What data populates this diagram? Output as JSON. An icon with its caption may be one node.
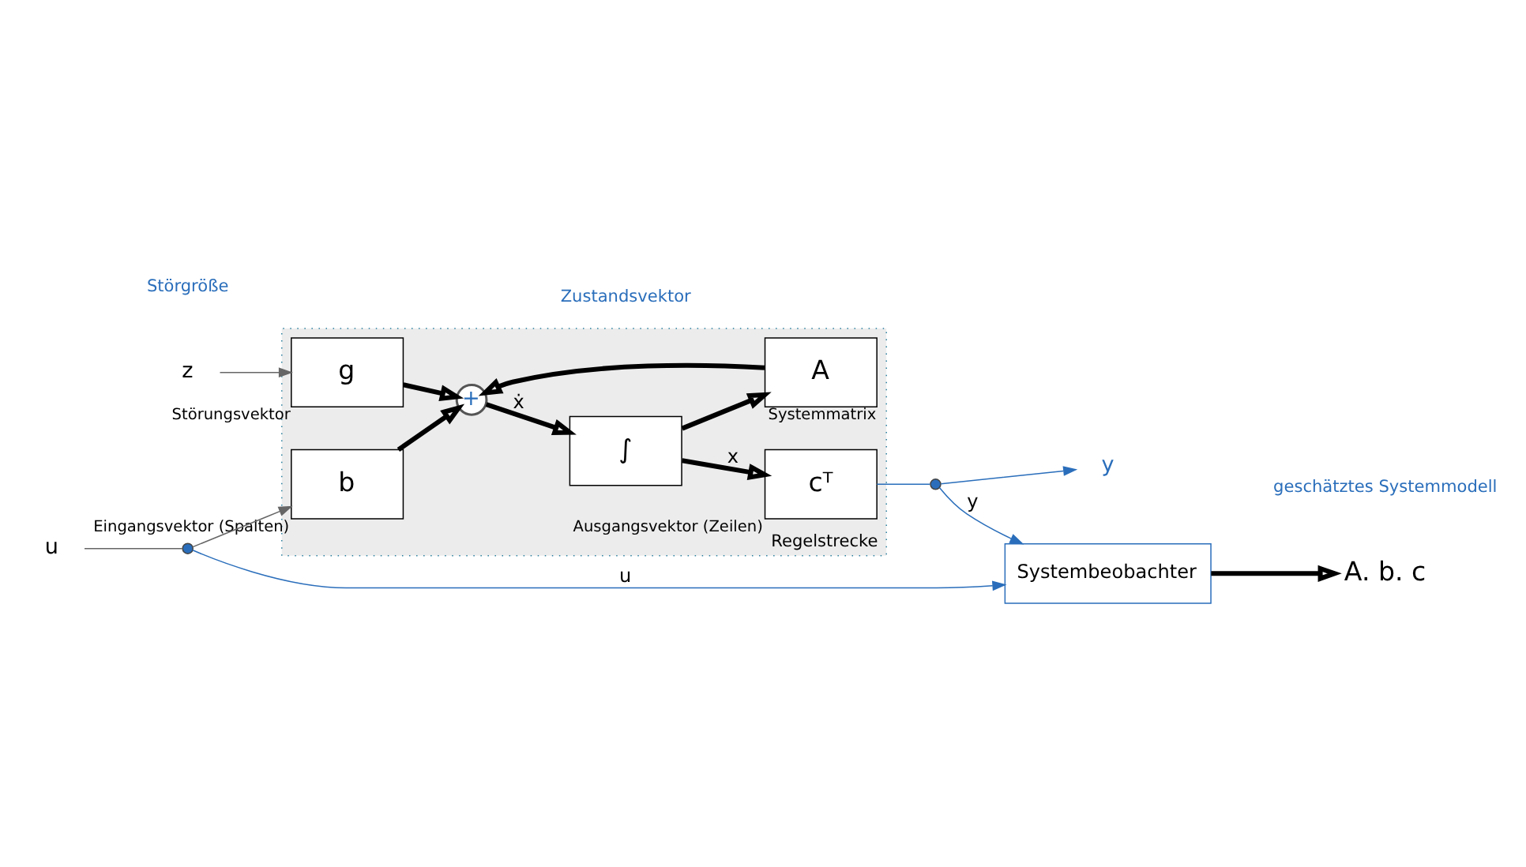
{
  "diagram": {
    "nodes": [
      {
        "text": [
          "Regelstrecke"
        ]
      },
      {
        "text": [
          "g"
        ],
        "in": 0,
        "beside": [
          "Störungsvektor"
        ]
      },
      {
        "text": [
          "b"
        ],
        "in": 0,
        "beside": [
          "Eingangsvektor (Spalten)"
        ]
      },
      {
        "text": [
          "+"
        ],
        "in": 0
      },
      {
        "text": [
          "∫"
        ],
        "in": 0
      },
      {
        "text": [
          "A"
        ],
        "in": 0,
        "beside": [
          "Systemmatrix"
        ]
      },
      {
        "text": [
          "cᵀ"
        ],
        "in": 0,
        "beside": [
          "Ausgangsvektor (Zeilen)"
        ]
      },
      {
        "text": [
          "u"
        ]
      },
      {
        "text": [
          "z"
        ]
      },
      {
        "text": [
          "y"
        ]
      },
      {
        "text": [],
        "shape": "circle"
      },
      {
        "text": [],
        "shape": "circle"
      },
      {
        "text": [
          "Systembeobachter"
        ]
      },
      {
        "text": [
          "A. b. c"
        ]
      }
    ],
    "edges": [
      {
        "from": 7,
        "to": 10,
        "arrow": "none",
        "color": "#666666"
      },
      {
        "from": 10,
        "to": 2,
        "arrow": "to",
        "color": "#666666"
      },
      {
        "from": 8,
        "to": 1,
        "arrow": "to",
        "color": "#666666"
      },
      {
        "from": 1,
        "to": 3,
        "arrow": "to",
        "style": "thick"
      },
      {
        "from": 2,
        "to": 3,
        "arrow": "to",
        "style": "thick"
      },
      {
        "from": 3,
        "to": 4,
        "arrow": "to",
        "style": "thick",
        "label": "ẋ"
      },
      {
        "from": 4,
        "to": 6,
        "arrow": "to",
        "style": "thick",
        "label": "x"
      },
      {
        "from": 4,
        "to": 5,
        "arrow": "to",
        "style": "thick"
      },
      {
        "from": 5,
        "to": 3,
        "arrow": "to",
        "style": "thick"
      },
      {
        "from": 6,
        "to": 11,
        "arrow": "none",
        "color": "#2a6ebb"
      },
      {
        "from": 11,
        "to": 9,
        "arrow": "to",
        "color": "#2a6ebb"
      },
      {
        "from": 10,
        "to": 12,
        "arrow": "to",
        "color": "#2a6ebb",
        "label": "u"
      },
      {
        "from": 11,
        "to": 12,
        "arrow": "to",
        "color": "#2a6ebb",
        "label": "y"
      },
      {
        "from": 12,
        "to": 13,
        "arrow": "to",
        "style": "thick"
      }
    ],
    "labels": [
      "Störgröße",
      "Zustandsvektor",
      "geschätztes Systemmodell"
    ]
  }
}
